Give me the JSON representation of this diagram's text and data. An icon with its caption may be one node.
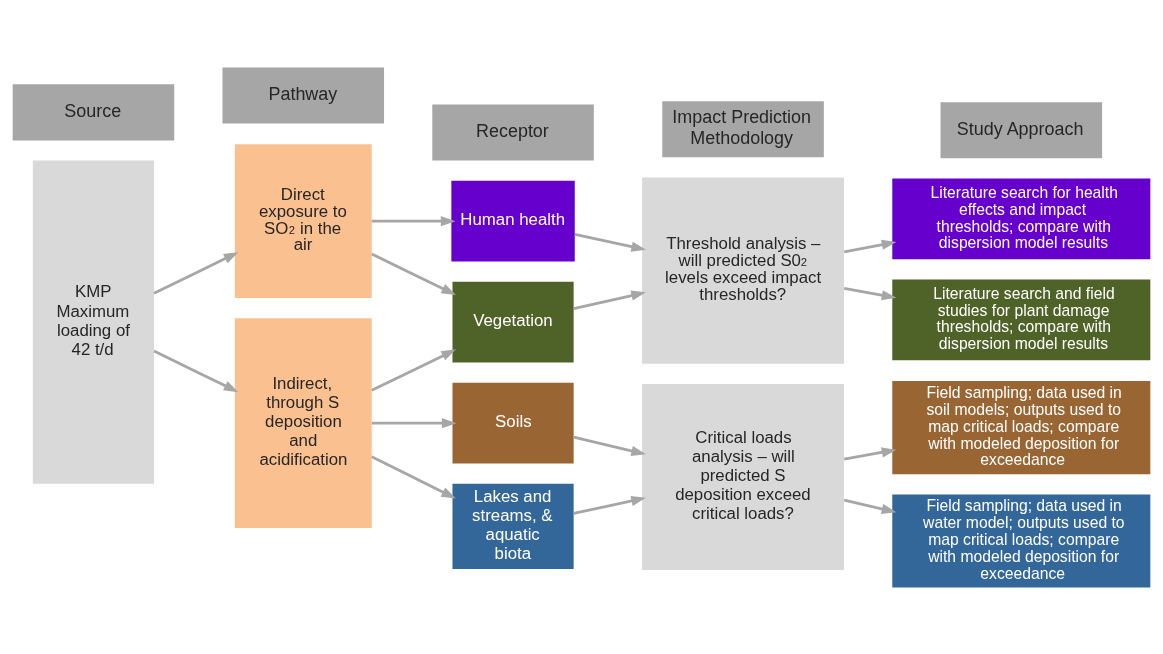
{
  "diagram": {
    "nodes": [
      {
        "text": [
          "Source"
        ]
      },
      {
        "text": [
          "Pathway"
        ]
      },
      {
        "text": [
          "Receptor"
        ]
      },
      {
        "text": [
          "Impact Prediction Methodology"
        ]
      },
      {
        "text": [
          "Study Approach"
        ]
      },
      {
        "text": [
          "KMP Maximum loading of 42 t/d"
        ]
      },
      {
        "text": [
          "Direct exposure to SO$_{2}$ in the air"
        ]
      },
      {
        "text": [
          "Indirect, through S deposition and acidification"
        ]
      },
      {
        "text": [
          "Human health"
        ]
      },
      {
        "text": [
          "Vegetation"
        ]
      },
      {
        "text": [
          "Soils"
        ]
      },
      {
        "text": [
          "Lakes and streams, & aquatic biota"
        ]
      },
      {
        "text": [
          "Threshold analysis – will predicted S0$_{2}$ levels exceed impact thresholds?"
        ]
      },
      {
        "text": [
          "Critical loads analysis – will predicted S deposition exceed critical loads?"
        ]
      },
      {
        "text": [
          "Literature search for health effects and impact thresholds; compare with dispersion model results"
        ]
      },
      {
        "text": [
          "Literature search and field studies for plant damage thresholds; compare with dispersion model results"
        ]
      },
      {
        "text": [
          "Field sampling; data used in soil models; outputs used to map critical loads; compare with modeled deposition for exceedance"
        ]
      },
      {
        "text": [
          "Field sampling; data used in water model; outputs used to map critical loads; compare with modeled deposition for exceedance"
        ]
      }
    ],
    "edges": [
      {
        "from": 5,
        "to": 6,
        "arrow": "to"
      },
      {
        "from": 5,
        "to": 7,
        "arrow": "to"
      },
      {
        "from": 6,
        "to": 8,
        "arrow": "to"
      },
      {
        "from": 6,
        "to": 9,
        "arrow": "to"
      },
      {
        "from": 7,
        "to": 9,
        "arrow": "to"
      },
      {
        "from": 7,
        "to": 10,
        "arrow": "to"
      },
      {
        "from": 7,
        "to": 11,
        "arrow": "to"
      },
      {
        "from": 8,
        "to": 12,
        "arrow": "to"
      },
      {
        "from": 9,
        "to": 12,
        "arrow": "to"
      },
      {
        "from": 10,
        "to": 13,
        "arrow": "to"
      },
      {
        "from": 11,
        "to": 13,
        "arrow": "to"
      },
      {
        "from": 12,
        "to": 14,
        "arrow": "to"
      },
      {
        "from": 12,
        "to": 15,
        "arrow": "to"
      },
      {
        "from": 13,
        "to": 16,
        "arrow": "to"
      },
      {
        "from": 13,
        "to": 17,
        "arrow": "to"
      }
    ]
  }
}
